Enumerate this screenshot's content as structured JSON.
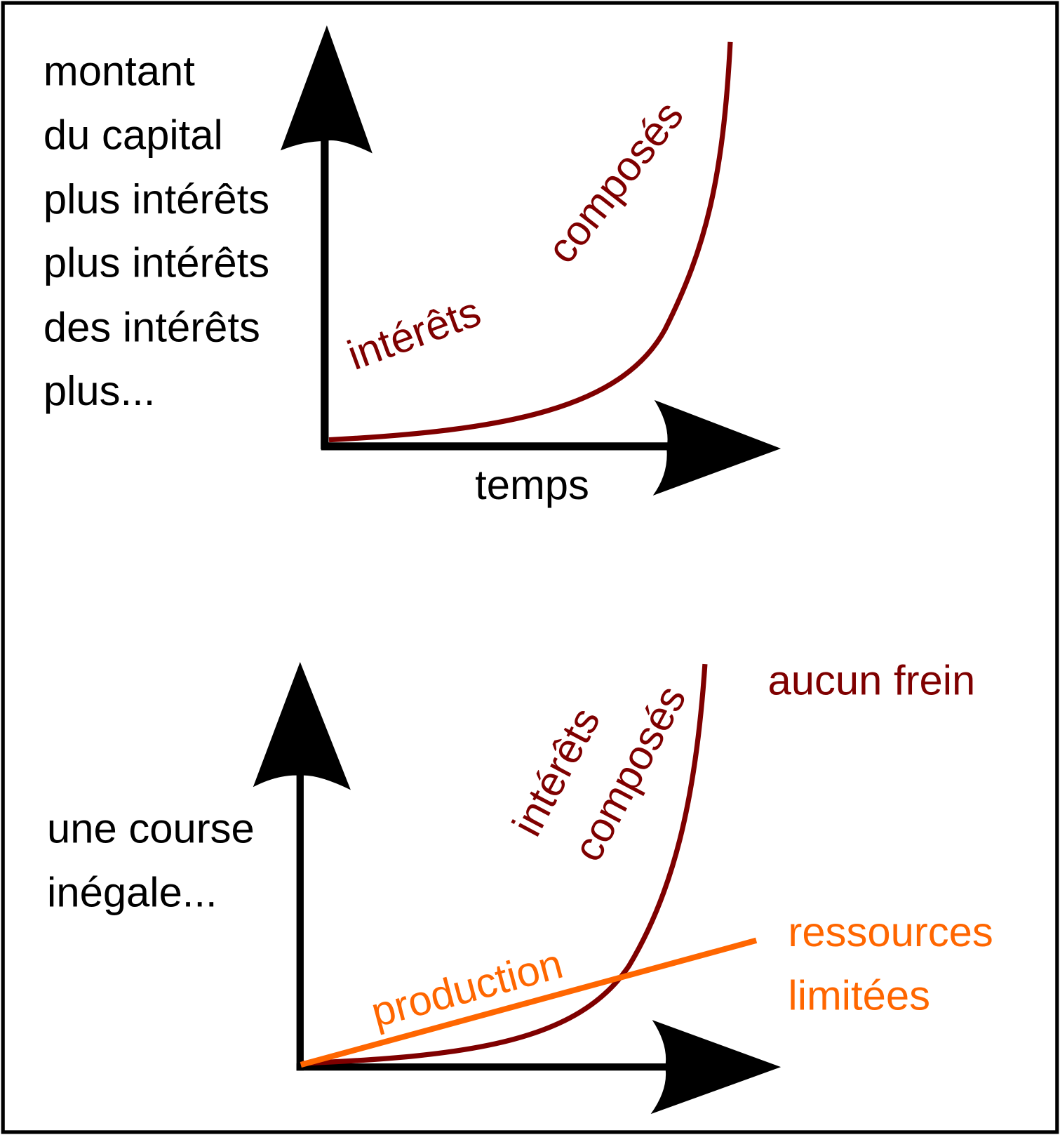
{
  "top_diagram": {
    "y_label_lines": [
      "montant",
      "du capital",
      "plus intérêts",
      "plus intérêts",
      "des intérêts",
      "plus..."
    ],
    "x_label": "temps",
    "curve_label_1": "intérêts",
    "curve_label_2": "composés"
  },
  "bottom_diagram": {
    "left_text_lines": [
      "une course",
      "inégale..."
    ],
    "curve_label_1": "intérêts",
    "curve_label_2": "composés",
    "curve_annotation": "aucun frein",
    "line_label": "production",
    "line_annotation_lines": [
      "ressources",
      "limitées"
    ]
  },
  "colors": {
    "compound_interest": "#7f0000",
    "production": "#ff6600",
    "axes": "#000000"
  }
}
